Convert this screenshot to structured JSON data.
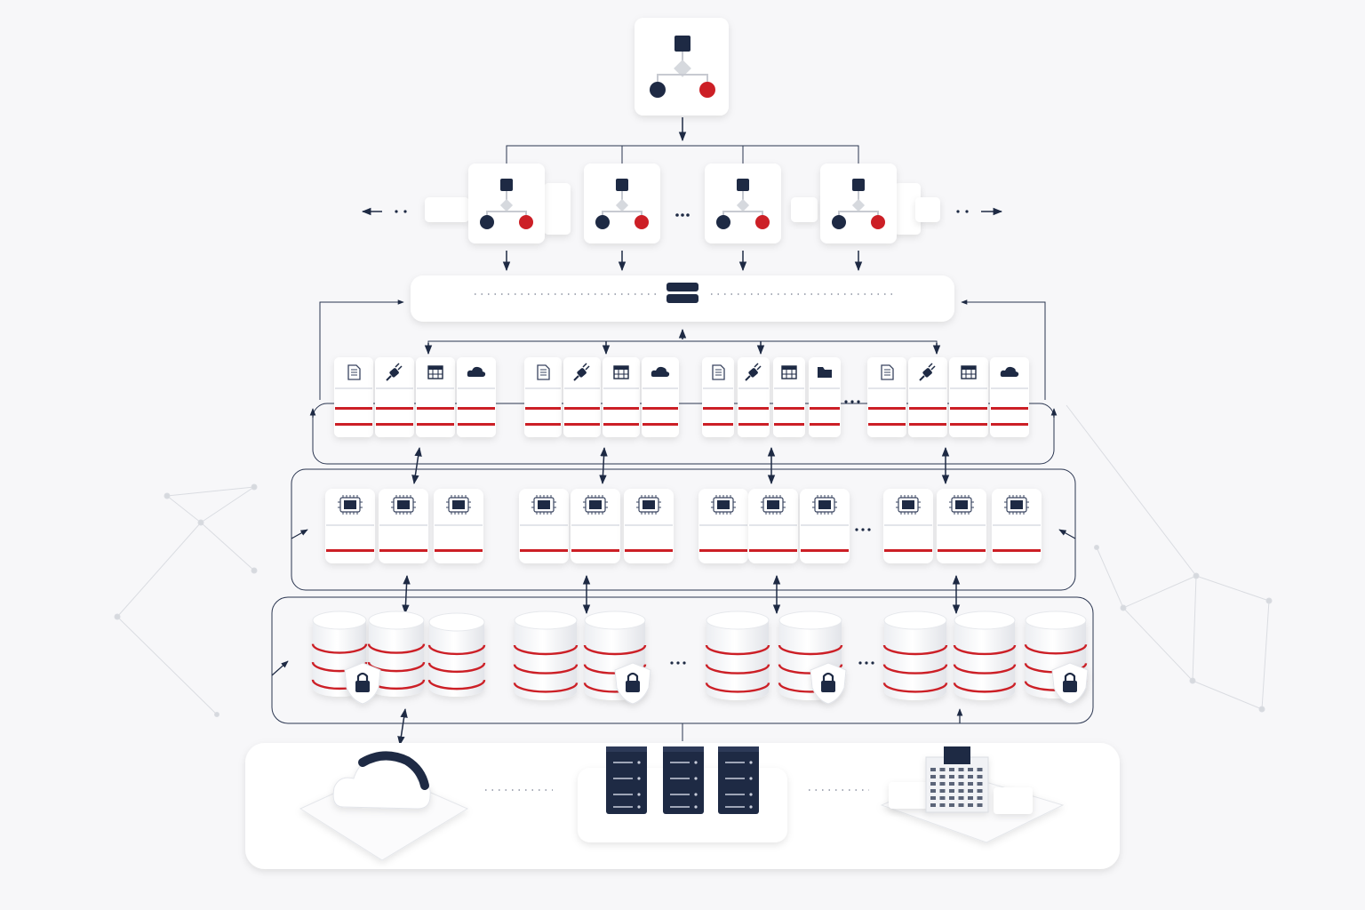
{
  "diagram": {
    "colors": {
      "navy": "#1e2a44",
      "red": "#cc1f26",
      "card": "#ffffff",
      "line": "#2a3550",
      "shadow": "#dfe1e6",
      "background": "#f7f7f9"
    },
    "tiers": [
      {
        "id": "top-orchestrator",
        "icon": "hierarchy-icon",
        "count": 1
      },
      {
        "id": "orchestrator-row",
        "icon": "hierarchy-icon",
        "count": 4,
        "continues": true,
        "scrolls_both_directions": true
      },
      {
        "id": "bus-bar",
        "icon": "server-stack-icon"
      },
      {
        "id": "service-layer",
        "groups": 4,
        "icons_per_group": [
          "document-icon",
          "plug-icon",
          "table-icon",
          "cloud-icon"
        ],
        "continues": true
      },
      {
        "id": "compute-layer",
        "groups": 4,
        "icon": "chip-icon",
        "nodes_per_group": 3,
        "continues": true
      },
      {
        "id": "storage-layer",
        "groups": 4,
        "icon": "database-icon",
        "lock_icon": "lock-shield-icon",
        "continues": true
      },
      {
        "id": "infrastructure-base",
        "items": [
          "cloud-icon",
          "server-rack-icon",
          "building-icon"
        ],
        "continues": true
      }
    ]
  }
}
